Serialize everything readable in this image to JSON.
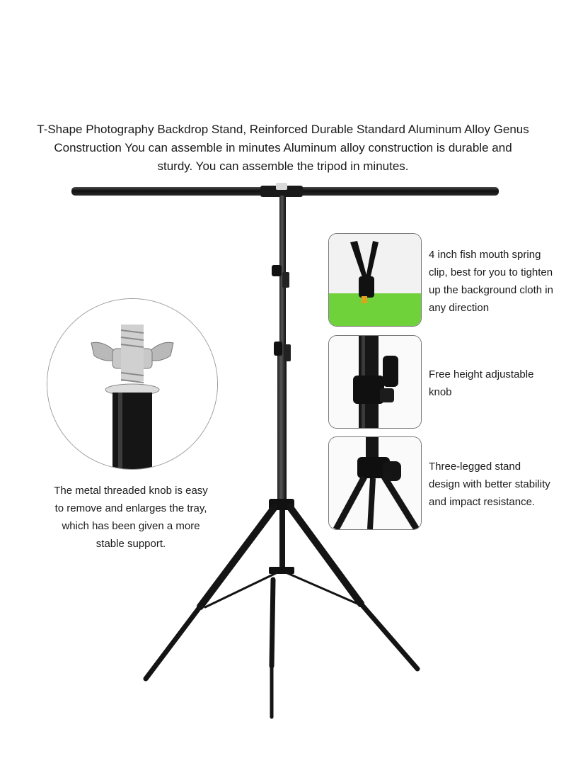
{
  "headline": {
    "lines": [
      "T-Shape Photography Backdrop Stand, Reinforced Durable Standard Aluminum Alloy Genus",
      "Construction You can assemble in minutes Aluminum alloy construction is durable and",
      "sturdy. You can assemble the tripod in minutes."
    ]
  },
  "knob_callout": {
    "lines": [
      "The metal threaded knob is easy",
      "to remove and enlarges the tray,",
      "which has been given a more",
      "stable support."
    ]
  },
  "features": [
    {
      "image": "spring-clip",
      "lines": [
        "4 inch fish mouth spring",
        "clip, best for you to tighten",
        "up the background cloth in",
        "any direction"
      ]
    },
    {
      "image": "height-knob",
      "lines": [
        "Free height adjustable",
        "knob"
      ]
    },
    {
      "image": "tripod-legs",
      "lines": [
        "Three-legged stand",
        "design with better stability",
        "and impact resistance."
      ]
    }
  ],
  "colors": {
    "metal": "#141414",
    "backdrop_green": "#6fd23b",
    "clip_orange": "#e0a21a"
  }
}
